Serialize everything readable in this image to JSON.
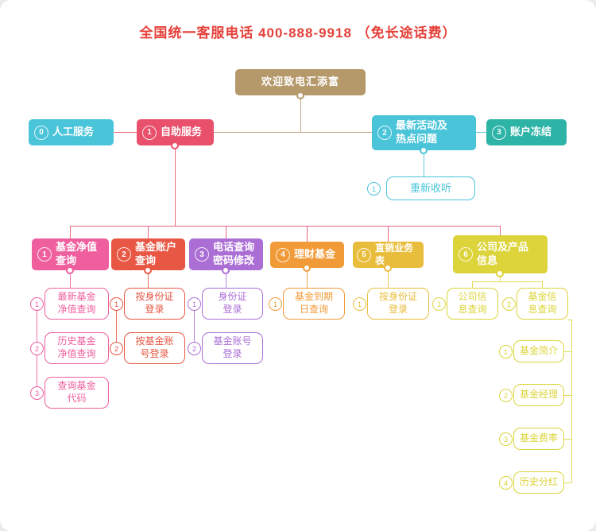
{
  "page": {
    "title": "全国统一客服电话 400-888-9918 （免长途话费）"
  },
  "root": {
    "label": "欢迎致电汇添富"
  },
  "level1": {
    "manual": {
      "num": "0",
      "label": "人工服务"
    },
    "self_service": {
      "num": "1",
      "label": "自助服务"
    },
    "activity": {
      "num": "2",
      "label": "最新活动及\n热点问题"
    },
    "frozen": {
      "num": "3",
      "label": "账户冻结"
    }
  },
  "replay": {
    "num": "1",
    "label": "重新收听"
  },
  "branches": {
    "b1": {
      "num": "1",
      "label": "基金净值\n查询",
      "children": {
        "c1": {
          "num": "1",
          "label": "最新基金\n净值查询"
        },
        "c2": {
          "num": "2",
          "label": "历史基金\n净值查询"
        },
        "c3": {
          "num": "3",
          "label": "查询基金\n代码"
        }
      }
    },
    "b2": {
      "num": "2",
      "label": "基金账户\n查询",
      "children": {
        "c1": {
          "num": "1",
          "label": "按身份证\n登录"
        },
        "c2": {
          "num": "2",
          "label": "按基金账\n号登录"
        }
      }
    },
    "b3": {
      "num": "3",
      "label": "电话查询\n密码修改",
      "children": {
        "c1": {
          "num": "1",
          "label": "身份证\n登录"
        },
        "c2": {
          "num": "2",
          "label": "基金账号\n登录"
        }
      }
    },
    "b4": {
      "num": "4",
      "label": "理财基金",
      "children": {
        "c1": {
          "num": "1",
          "label": "基金到期\n日查询"
        }
      }
    },
    "b5": {
      "num": "5",
      "label": "直销业务表",
      "children": {
        "c1": {
          "num": "1",
          "label": "按身份证\n登录"
        }
      }
    },
    "b6": {
      "num": "6",
      "label": "公司及产品\n信息",
      "children": {
        "c1": {
          "num": "1",
          "label": "公司信\n息查询"
        },
        "c2": {
          "num": "2",
          "label": "基金信\n息查询"
        }
      },
      "fund_info_children": {
        "g1": {
          "num": "1",
          "label": "基金简介"
        },
        "g2": {
          "num": "2",
          "label": "基金经理"
        },
        "g3": {
          "num": "3",
          "label": "基金费率"
        },
        "g4": {
          "num": "4",
          "label": "历史分红"
        }
      }
    }
  },
  "colors": {
    "title_red": "#e5403a",
    "tan": "#b5996b",
    "cyan": "#49c4d9",
    "red": "#e8506b",
    "teal": "#2eb4a7",
    "pink": "#ef5f9e",
    "vermilion": "#e85744",
    "purple": "#ab6ed5",
    "orange": "#f19a38",
    "gold": "#e9bd3c",
    "yellow": "#dcd43a"
  }
}
